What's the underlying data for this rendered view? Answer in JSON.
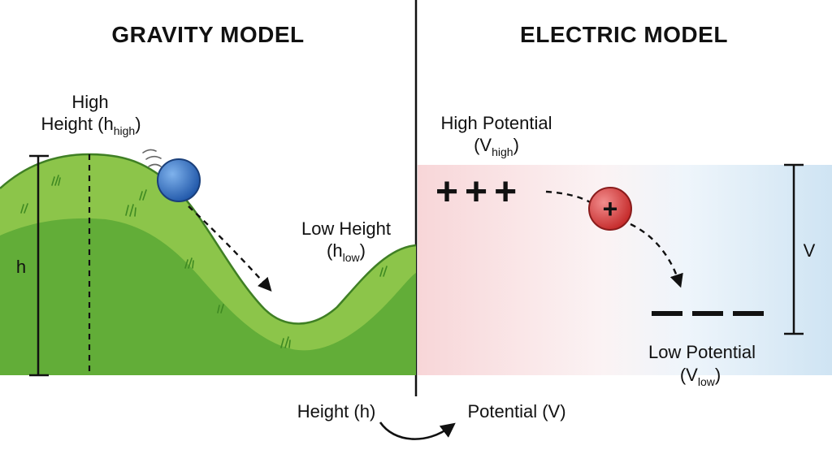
{
  "gravity": {
    "title": "GRAVITY MODEL",
    "high_line1": "High",
    "high_line2": "Height (h",
    "high_sub": "high",
    "high_close": ")",
    "low_line1": "Low Height",
    "low_open": "(h",
    "low_sub": "low",
    "low_close": ")",
    "axis_label": "h"
  },
  "electric": {
    "title": "ELECTRIC MODEL",
    "high_line1": "High Potential",
    "high_open": "(V",
    "high_sub": "high",
    "high_close": ")",
    "low_line1": "Low Potential",
    "low_open": "(V",
    "low_sub": "low",
    "low_close": ")",
    "axis_label": "V",
    "positive_signs": "+++",
    "negative_signs": "———",
    "charge_symbol": "+"
  },
  "mapping": {
    "from": "Height (h)",
    "to": "Potential (V)"
  },
  "colors": {
    "grass_dark": "#5aa835",
    "grass_light": "#8cc54a",
    "ball": "#2f6fc4",
    "charge": "#d83a3a",
    "high_potential_bg": "#f8d6d8",
    "low_potential_bg": "#cfe4f3"
  }
}
